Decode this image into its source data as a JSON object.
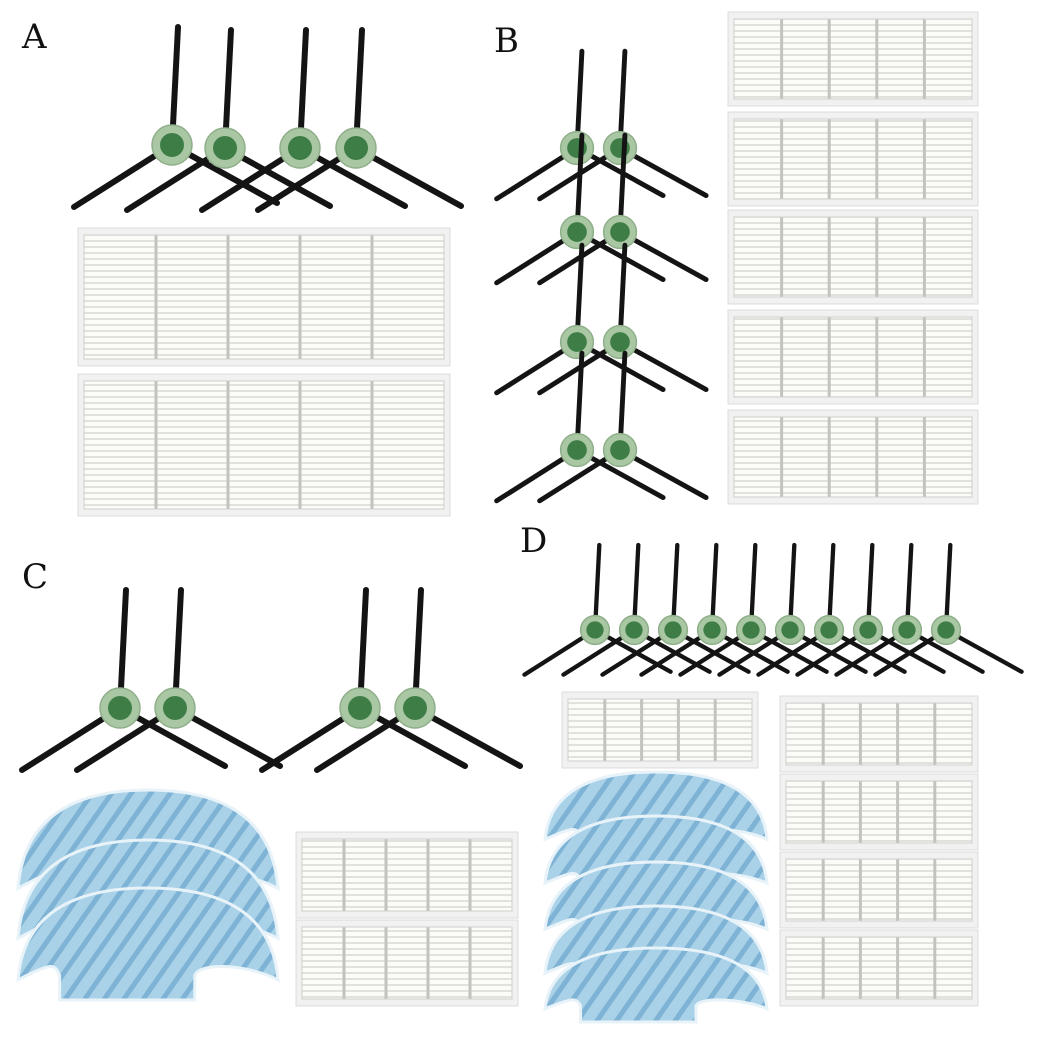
{
  "labels": {
    "a": "A",
    "b": "B",
    "c": "C",
    "d": "D"
  },
  "colors": {
    "arm": "#141414",
    "hub": "#a9c7a3",
    "hub_center": "#3f7d47",
    "filter_frame": "#f1f1f1",
    "filter_pleat": "#d9d9d6",
    "filter_divider": "#c2c2be",
    "mop": "#a8d2e8",
    "mop_stripe": "#7db4d6",
    "mop_edge": "#e8f3f9"
  },
  "icons": {
    "brush": "side-brush-icon",
    "filter": "hepa-filter-icon",
    "mop": "mop-pad-icon"
  }
}
